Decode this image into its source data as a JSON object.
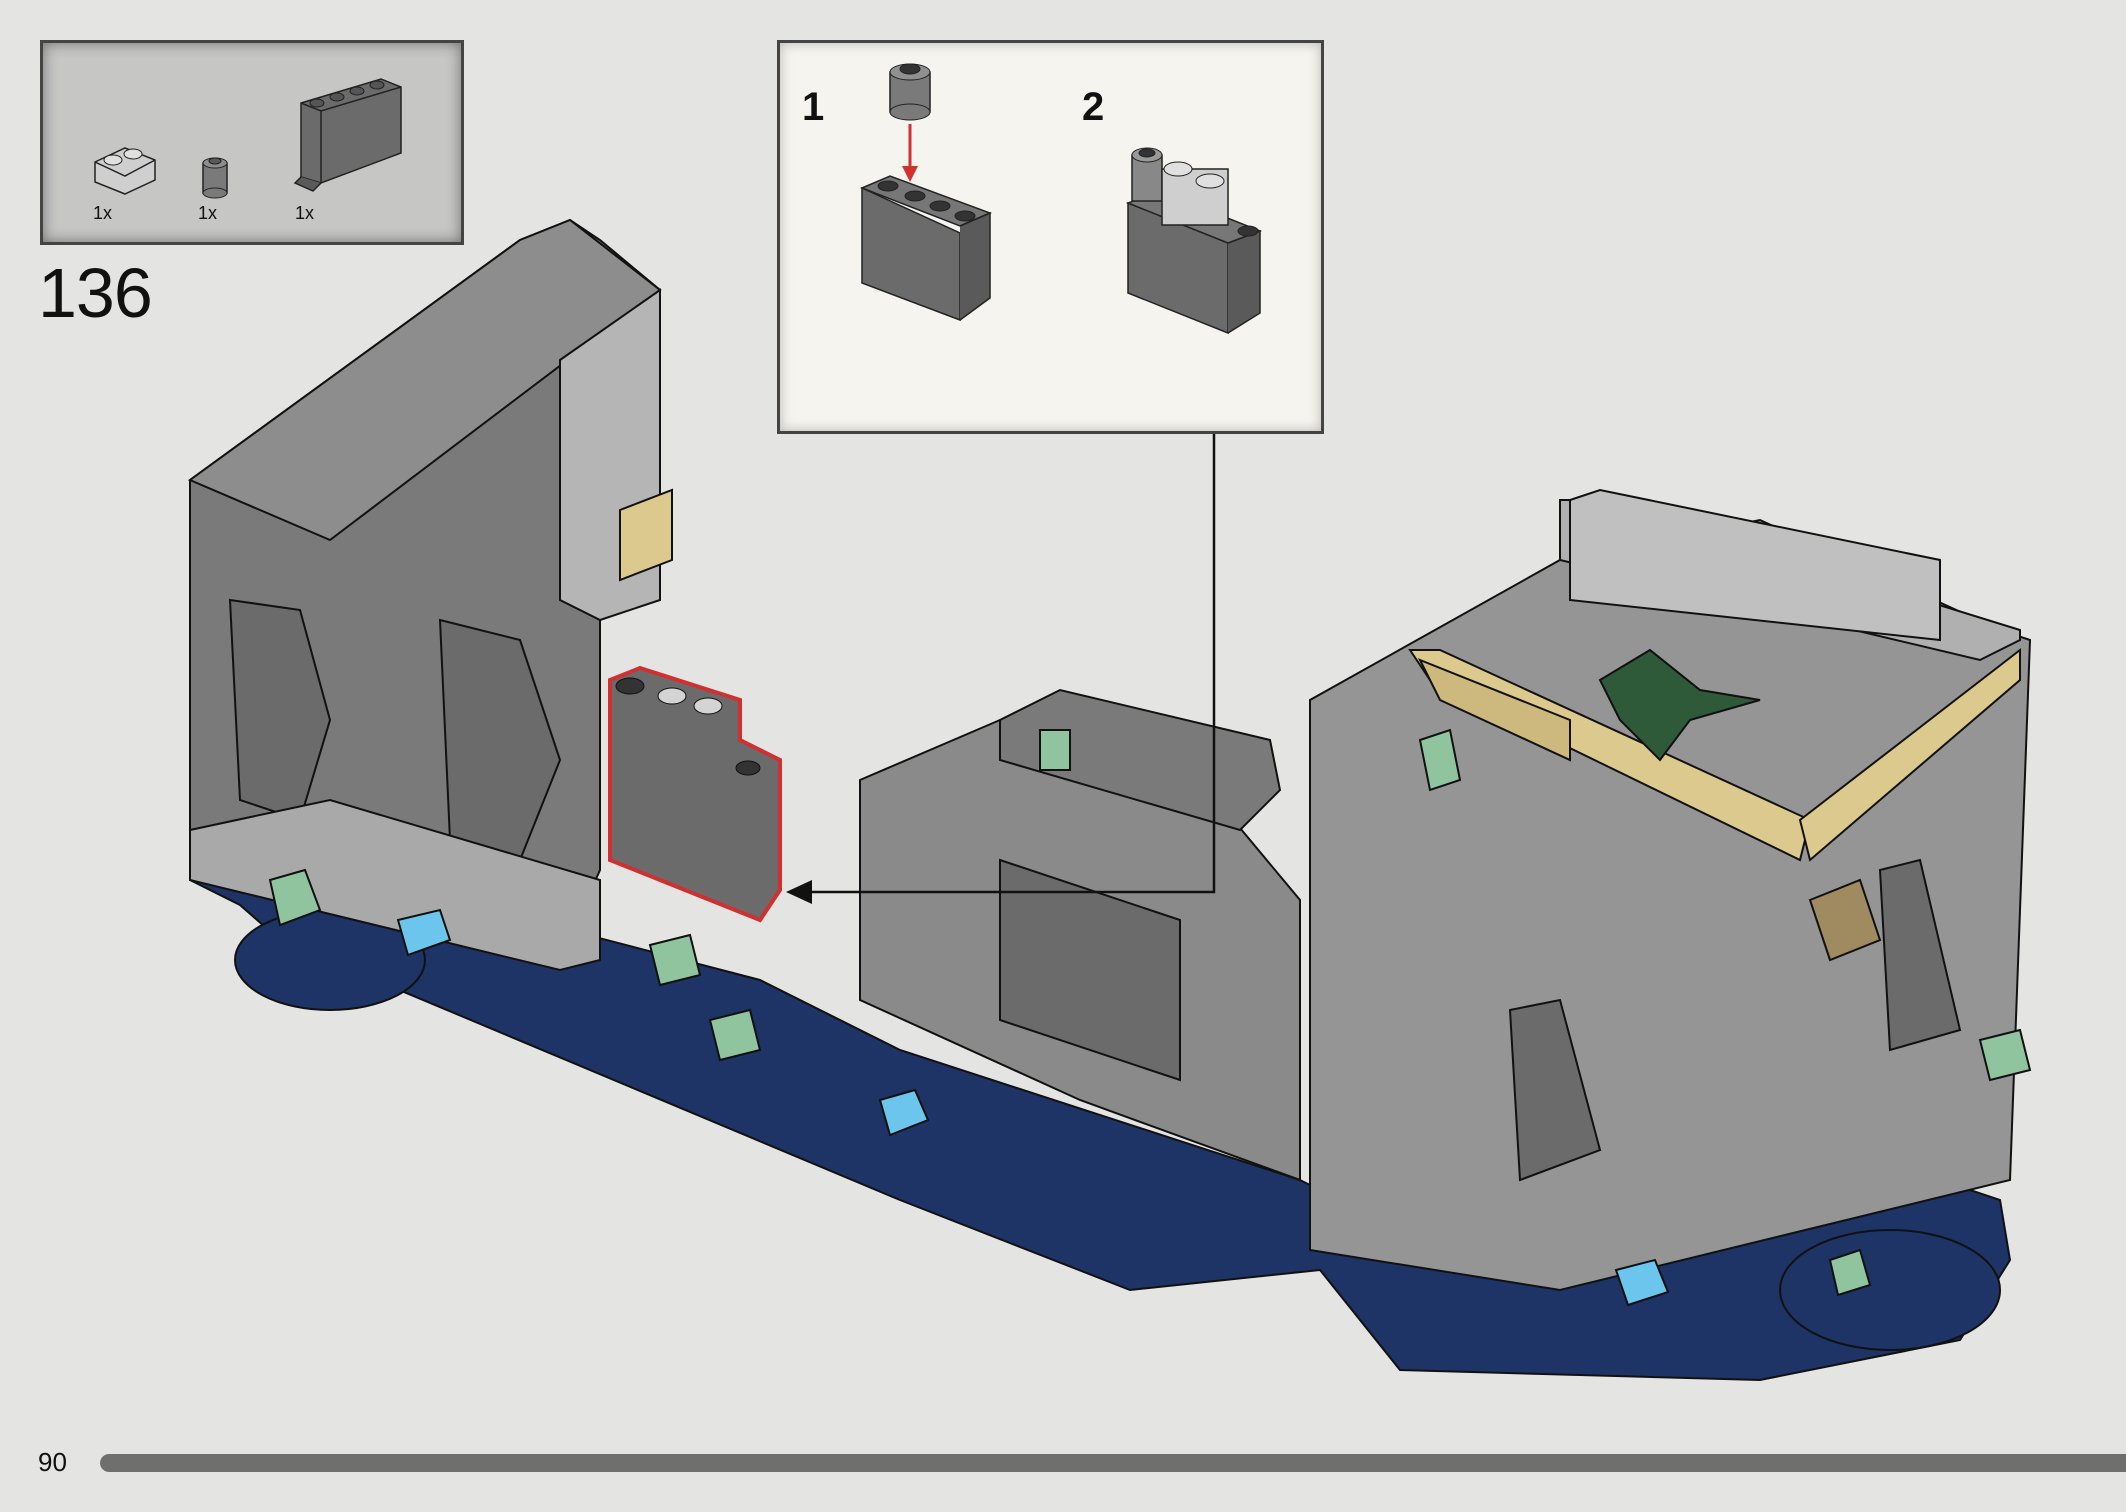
{
  "step": {
    "number": "136"
  },
  "parts_list": [
    {
      "icon": "light-gray-1x2-jumper-brick-icon",
      "qty": "1x"
    },
    {
      "icon": "dark-gray-round-brick-icon",
      "qty": "1x"
    },
    {
      "icon": "dark-gray-1x4x3-panel-icon",
      "qty": "1x"
    }
  ],
  "callout": {
    "substeps": [
      {
        "label": "1"
      },
      {
        "label": "2"
      }
    ],
    "highlight_color": "#d03030"
  },
  "page": {
    "number": "90",
    "progress": 1.0
  },
  "colors": {
    "background": "#e4e4e3",
    "dark_gray": "#6b6b6b",
    "light_gray": "#a9a9a9",
    "tan": "#dcc98e",
    "dark_blue": "#1e3366",
    "trans_light_blue": "#6cc5ec",
    "sand_green": "#8fc49f",
    "highlight_red": "#d03030"
  }
}
